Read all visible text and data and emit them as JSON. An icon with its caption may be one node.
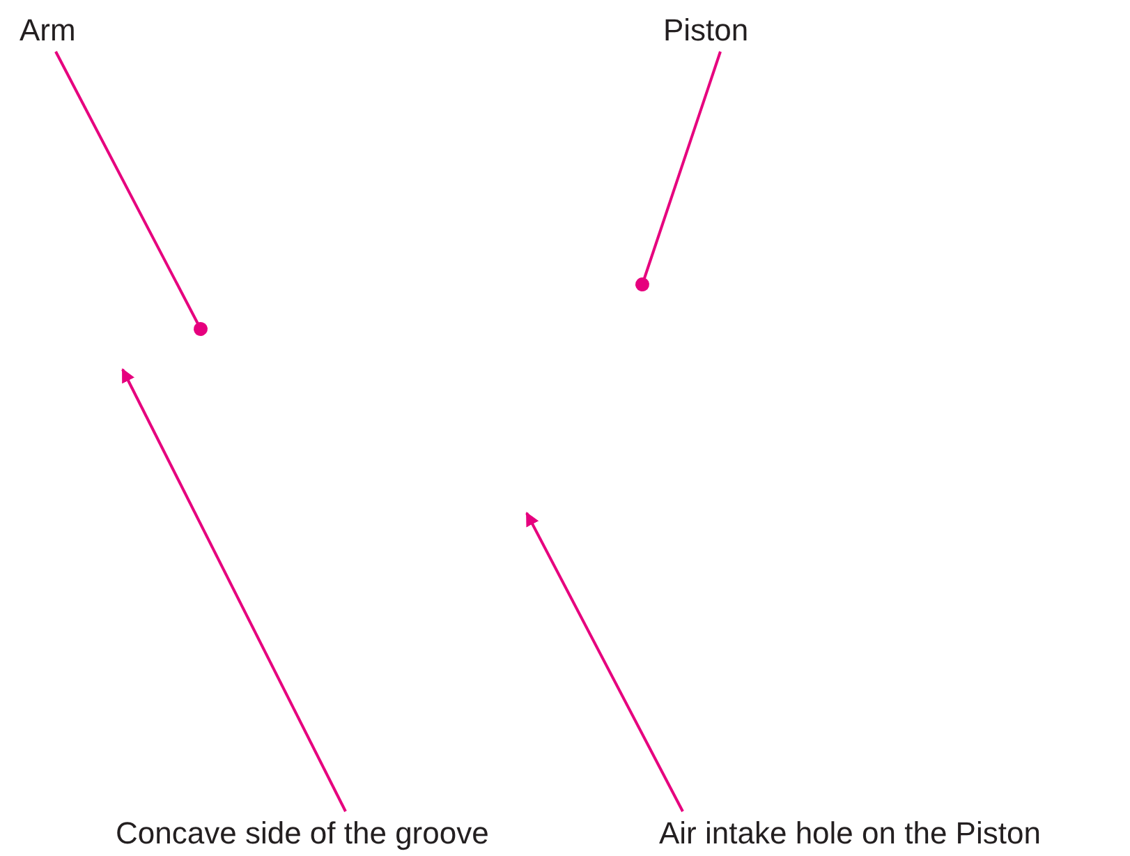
{
  "diagram": {
    "nodes": [
      {
        "text": [
          "Arm"
        ]
      },
      {
        "text": [
          "Piston"
        ]
      },
      {
        "text": [
          "Concave side of the groove"
        ]
      },
      {
        "text": [
          "Air intake hole on the Piston"
        ]
      }
    ],
    "edges": [
      {
        "from": 0,
        "to": null,
        "arrow": "other"
      },
      {
        "from": 1,
        "to": null,
        "arrow": "other"
      },
      {
        "from": 2,
        "to": null,
        "arrow": "to"
      },
      {
        "from": 3,
        "to": null,
        "arrow": "to"
      }
    ]
  }
}
